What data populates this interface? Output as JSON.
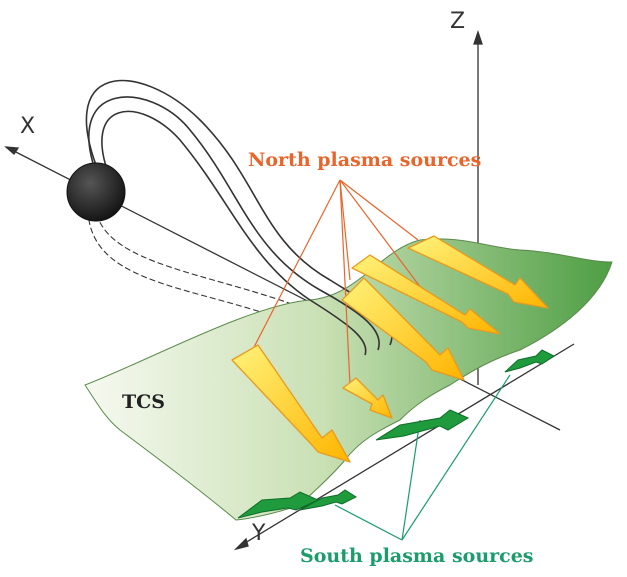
{
  "labels": {
    "north": "North plasma sources",
    "south": "South plasma sources",
    "sheet": "TCS",
    "axis_x": "X",
    "axis_y": "Y",
    "axis_z": "Z"
  },
  "colors": {
    "north": "#e8652b",
    "south": "#1a9c6c",
    "sheet_light": "#f4f8ec",
    "sheet_dark": "#5aa84e",
    "arrow_fill": "#ffd21e",
    "arrow_edge": "#f0a020",
    "green_arrow": "#1f9a3c",
    "planet": "#222222",
    "axes": "#333333"
  },
  "icons": {
    "planet": "planet-sphere-icon",
    "north_sources": "yellow-arrow-icon",
    "south_sources": "green-arrow-icon"
  }
}
